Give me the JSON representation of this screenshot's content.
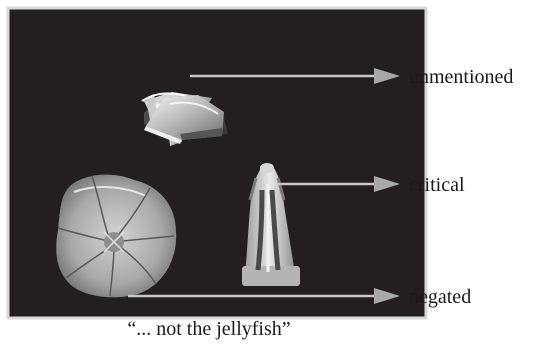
{
  "labels": {
    "unmentioned": "unmentioned",
    "critical": "critical",
    "negated": "negated"
  },
  "caption": "“... not the jellyfish”",
  "colors": {
    "panel_background": "#231f20",
    "panel_border": "#d8d8d8",
    "pointer_line": "#c8c8c8",
    "arrow_fill": "#a8a8a8"
  },
  "objects": [
    {
      "name": "stapler",
      "role": "unmentioned"
    },
    {
      "name": "toy figure",
      "role": "critical"
    },
    {
      "name": "jellyfish",
      "role": "negated"
    }
  ]
}
